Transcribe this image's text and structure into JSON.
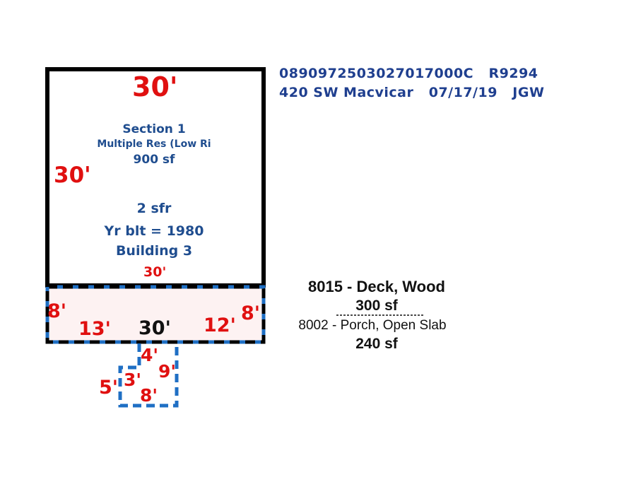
{
  "header": {
    "line1_account": "0890972503027017000C",
    "line1_id": "R9294",
    "line2_address": "420 SW Macvicar",
    "line2_date": "07/17/19",
    "line2_initials": "JGW"
  },
  "section": {
    "title": "Section 1",
    "use": "Multiple Res (Low Ri",
    "area": "900 sf",
    "units": "2 sfr",
    "year_built": "Yr blt = 1980",
    "building": "Building 3"
  },
  "dimensions": {
    "main_top": "30'",
    "main_left": "30'",
    "main_bottom": "30'",
    "deck_left": "8'",
    "deck_right": "8'",
    "deck_bottom_left": "13'",
    "deck_bottom_mid": "30'",
    "deck_bottom_right": "12'",
    "porch_top": "4'",
    "porch_right": "9'",
    "porch_left_outer": "5'",
    "porch_left_inner": "3'",
    "porch_bottom": "8'"
  },
  "legend": {
    "deck_code": "8015 - Deck, Wood",
    "deck_area": "300 sf",
    "porch_code": "8002 - Porch, Open Slab",
    "porch_area": "240 sf"
  },
  "colors": {
    "main_outline": "#000000",
    "dashed_blue": "#1f6fc4",
    "dimension_red": "#e01010",
    "header_blue": "#1f3f8f",
    "deck_fill": "#fdf2f2"
  }
}
